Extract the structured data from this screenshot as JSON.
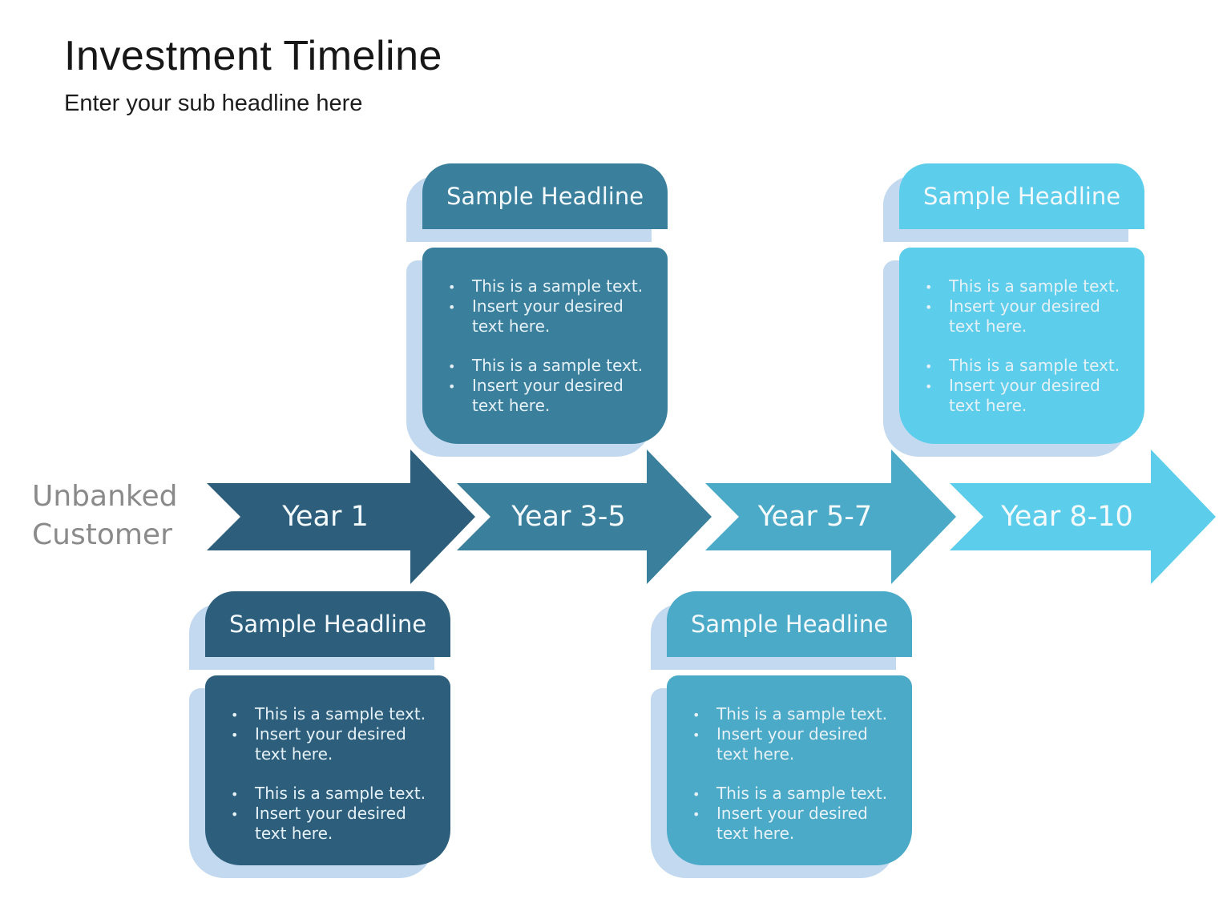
{
  "slide": {
    "title": "Investment Timeline",
    "subtitle": "Enter your sub headline here",
    "start_label": "Unbanked Customer"
  },
  "palette": {
    "stage1": "#2d5f7d",
    "stage2": "#3a7f9c",
    "stage3": "#4baac7",
    "stage4": "#5ccdeb",
    "shadow": "#c3d9f0",
    "start_label_gray": "#8a8a8a",
    "text_on_fill": "#f2f8fb"
  },
  "timeline": {
    "arrows": [
      {
        "label": "Year 1",
        "color": "#2d5f7d"
      },
      {
        "label": "Year 3-5",
        "color": "#3a7f9c"
      },
      {
        "label": "Year 5-7",
        "color": "#4baac7"
      },
      {
        "label": "Year 8-10",
        "color": "#5ccdeb"
      }
    ]
  },
  "callouts": [
    {
      "anchor": "Year 3-5",
      "position": "above",
      "headline": "Sample Headline",
      "color": "#3a7f9c",
      "groups": [
        [
          "This is a sample text.",
          "Insert your desired text here."
        ],
        [
          "This is a sample text.",
          "Insert your desired text here."
        ]
      ]
    },
    {
      "anchor": "Year 8-10",
      "position": "above",
      "headline": "Sample Headline",
      "color": "#5ccdeb",
      "groups": [
        [
          "This is a sample text.",
          "Insert your desired text here."
        ],
        [
          "This is a sample text.",
          "Insert your desired text here."
        ]
      ]
    },
    {
      "anchor": "Year 1",
      "position": "below",
      "headline": "Sample Headline",
      "color": "#2d5f7d",
      "groups": [
        [
          "This is a sample text.",
          "Insert your desired text here."
        ],
        [
          "This is a sample text.",
          "Insert your desired text here."
        ]
      ]
    },
    {
      "anchor": "Year 5-7",
      "position": "below",
      "headline": "Sample Headline",
      "color": "#4baac7",
      "groups": [
        [
          "This is a sample text.",
          "Insert your desired text here."
        ],
        [
          "This is a sample text.",
          "Insert your desired text here."
        ]
      ]
    }
  ]
}
